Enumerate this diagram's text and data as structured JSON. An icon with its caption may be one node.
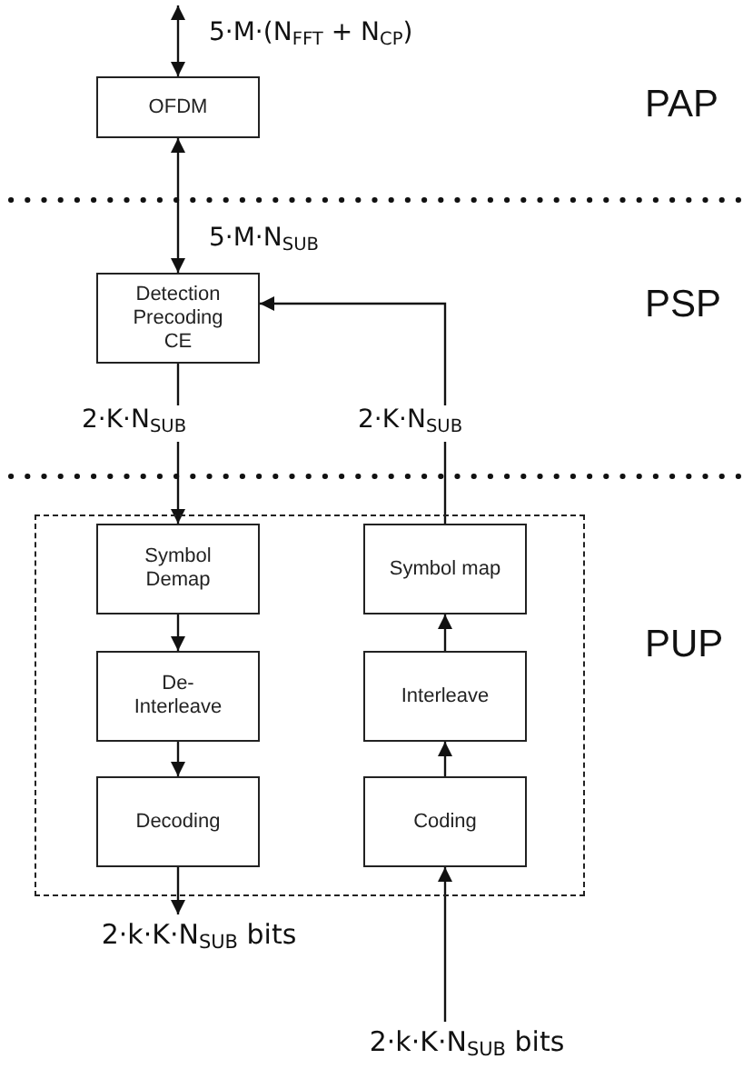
{
  "diagram": {
    "nodes": [
      {
        "text": [
          "OFDM"
        ]
      },
      {
        "text": [
          "Detection Precoding CE"
        ]
      },
      {
        "text": [],
        "shape": "box"
      },
      {
        "text": [
          "Symbol Demap"
        ],
        "in": 2
      },
      {
        "text": [
          "De- Interleave"
        ],
        "in": 2
      },
      {
        "text": [
          "Decoding"
        ],
        "in": 2
      },
      {
        "text": [
          "Symbol map"
        ],
        "in": 2
      },
      {
        "text": [
          "Interleave"
        ],
        "in": 2
      },
      {
        "text": [
          "Coding"
        ],
        "in": 2
      },
      {
        "text": [
          "2·k·K·N$_{SUB}$ bits"
        ]
      },
      {
        "text": [
          "2·k·K·N$_{SUB}$ bits"
        ]
      }
    ],
    "edges": [
      {
        "from": null,
        "to": 0,
        "arrow": "both",
        "label": "5·M·(N$_{FFT}$ + N$_{CP}$)"
      },
      {
        "from": 0,
        "to": 1,
        "arrow": "both",
        "label": "5·M·N$_{SUB}$"
      },
      {
        "from": 1,
        "to": 3,
        "arrow": "to",
        "label": "2·K·N$_{SUB}$"
      },
      {
        "from": 6,
        "to": 1,
        "arrow": "to",
        "label": "2·K·N$_{SUB}$"
      },
      {
        "from": 3,
        "to": 4,
        "arrow": "to"
      },
      {
        "from": 4,
        "to": 5,
        "arrow": "to"
      },
      {
        "from": 5,
        "to": 9,
        "arrow": "to"
      },
      {
        "from": 10,
        "to": 8,
        "arrow": "to"
      },
      {
        "from": 8,
        "to": 7,
        "arrow": "to"
      },
      {
        "from": 7,
        "to": 6,
        "arrow": "to"
      }
    ],
    "labels": [
      "PAP",
      "PSP",
      "PUP"
    ]
  }
}
